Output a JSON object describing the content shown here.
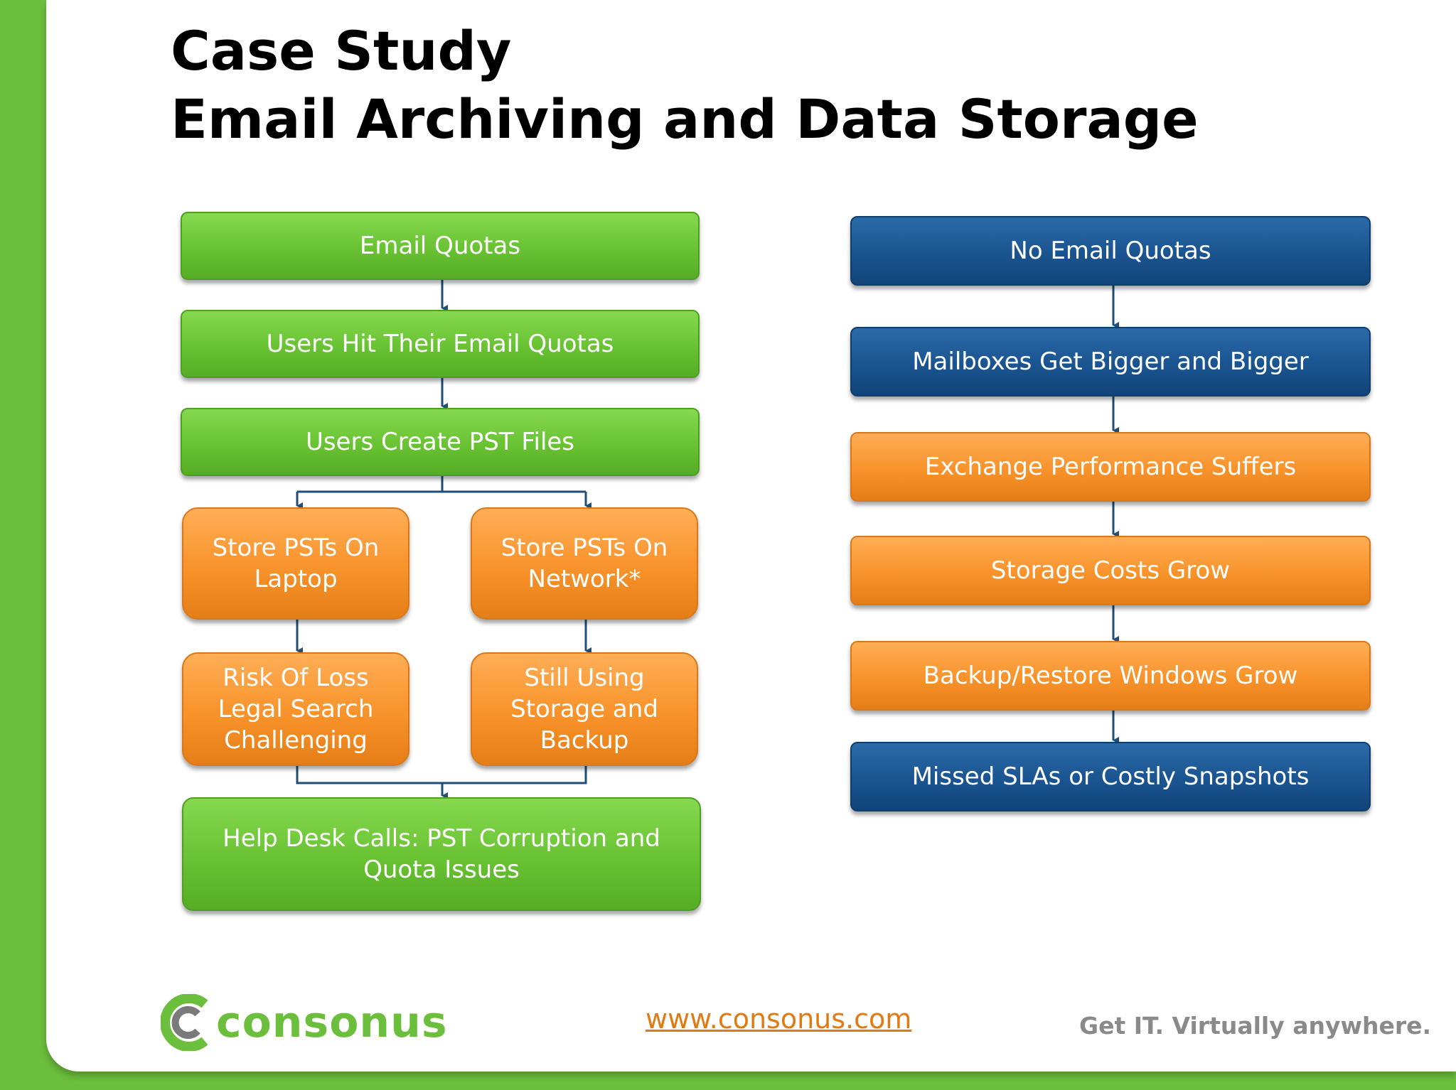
{
  "title": {
    "line1": "Case Study",
    "line2": "Email Archiving and Data Storage"
  },
  "left_flow": {
    "email_quotas": "Email Quotas",
    "users_hit_quotas": "Users Hit Their Email Quotas",
    "users_create_pst": "Users Create PST Files",
    "store_laptop": "Store PSTs On Laptop",
    "store_network": "Store PSTs On Network*",
    "risk_of_loss": "Risk Of Loss Legal Search Challenging",
    "still_using": "Still Using Storage and Backup",
    "help_desk": "Help Desk Calls: PST Corruption and Quota Issues"
  },
  "right_flow": {
    "no_email_quotas": "No Email Quotas",
    "mailboxes_bigger": "Mailboxes Get Bigger and Bigger",
    "exchange_performance": "Exchange Performance Suffers",
    "storage_costs": "Storage Costs Grow",
    "backup_restore": "Backup/Restore Windows Grow",
    "missed_slas": "Missed SLAs or Costly Snapshots"
  },
  "footer": {
    "logo_text": "consonus",
    "url": "www.consonus.com",
    "tagline": "Get IT. Virtually anywhere."
  },
  "colors": {
    "green": "#6cbf3c",
    "orange": "#f8922a",
    "blue": "#1a5490",
    "url": "#e07a12"
  }
}
